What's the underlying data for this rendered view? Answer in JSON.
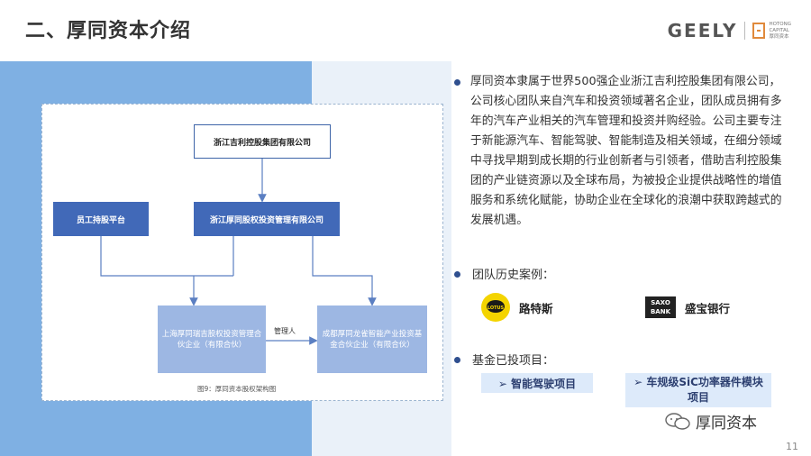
{
  "header": {
    "title": "二、厚同资本介绍",
    "brand_geely": "GEELY",
    "brand_hotong_line1": "HOTONG",
    "brand_hotong_line2": "CAPITAL",
    "brand_hotong_line3": "厚同资本"
  },
  "diagram": {
    "top_company": "浙江吉利控股集团有限公司",
    "employee_platform": "员工持股平台",
    "manager_company": "浙江厚同股权投资管理有限公司",
    "shanghai_fund": "上海厚同瑞吉股权投资管理合伙企业（有限合伙）",
    "chengdu_fund": "成都厚同龙雀智能产业投资基金合伙企业（有限合伙）",
    "manager_label": "管理人",
    "caption": "图9：厚同资本股权架构图"
  },
  "content": {
    "intro": "厚同资本隶属于世界500强企业浙江吉利控股集团有限公司，公司核心团队来自汽车和投资领域著名企业，团队成员拥有多年的汽车产业相关的汽车管理和投资并购经验。公司主要专注于新能源汽车、智能驾驶、智能制造及相关领域，在细分领域中寻找早期到成长期的行业创新者与引领者，借助吉利控股集团的产业链资源以及全球布局，为被投企业提供战略性的增值服务和系统化赋能，协助企业在全球化的浪潮中获取跨越式的发展机遇。",
    "cases_label": "团队历史案例：",
    "cases": [
      {
        "logo_text": "LOTUS",
        "name": "路特斯"
      },
      {
        "logo_text_1": "SAXO",
        "logo_text_2": "BANK",
        "name": "盛宝银行"
      }
    ],
    "projects_label": "基金已投项目：",
    "projects": [
      "➢ 智能驾驶项目",
      "➢ 车规级SiC功率器件模块项目"
    ]
  },
  "footer": {
    "watermark": "厚同资本",
    "page_number": "11"
  }
}
